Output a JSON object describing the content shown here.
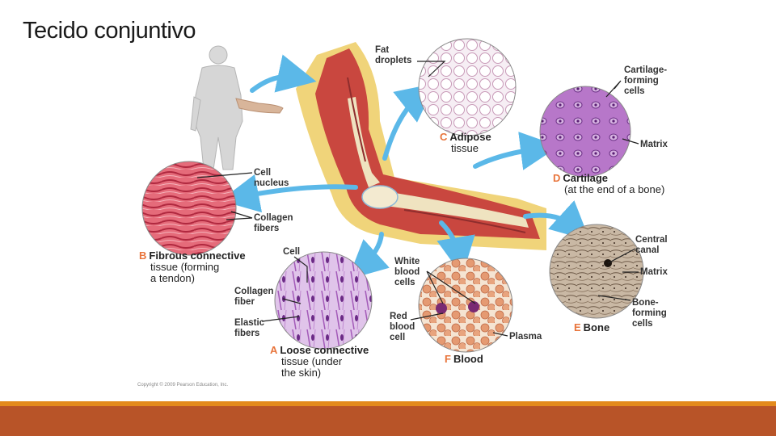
{
  "slide": {
    "title": "Tecido conjuntivo"
  },
  "labels": {
    "fat_droplets": "Fat\ndroplets",
    "cartilage_forming_cells": "Cartilage-\nforming\ncells",
    "matrix_cartilage": "Matrix",
    "cell_nucleus": "Cell\nnucleus",
    "collagen_fibers": "Collagen\nfibers",
    "cell": "Cell",
    "white_blood_cells": "White\nblood\ncells",
    "central_canal": "Central\ncanal",
    "matrix_bone": "Matrix",
    "collagen_fiber": "Collagen\nfiber",
    "elastic_fibers": "Elastic\nfibers",
    "red_blood_cell": "Red\nblood\ncell",
    "plasma": "Plasma",
    "bone_forming_cells": "Bone-\nforming\ncells"
  },
  "captions": {
    "c": {
      "letter": "C",
      "name": "Adipose",
      "sub": "tissue"
    },
    "d": {
      "letter": "D",
      "name": "Cartilage",
      "sub": "(at the end of a bone)"
    },
    "b": {
      "letter": "B",
      "name": "Fibrous connective",
      "sub1": "tissue (forming",
      "sub2": "a tendon)"
    },
    "a": {
      "letter": "A",
      "name": "Loose connective",
      "sub1": "tissue (under",
      "sub2": "the skin)"
    },
    "f": {
      "letter": "F",
      "name": "Blood"
    },
    "e": {
      "letter": "E",
      "name": "Bone"
    }
  },
  "copyright": "Copyright © 2009 Pearson Education, Inc.",
  "colors": {
    "accent_letter": "#e8743b",
    "arrow": "#5bb8e8",
    "footer_bar": "#b85428",
    "footer_bar_thin": "#e38a1c"
  }
}
